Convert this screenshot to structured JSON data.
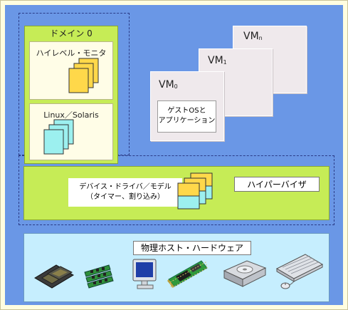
{
  "domain0": {
    "title": "ドメイン 0",
    "monitor_label": "ハイレベル・モニタ",
    "os_label": "Linux／Solaris"
  },
  "vms": {
    "vm0_label": "VM",
    "vm0_sub": "0",
    "vm1_label": "VM",
    "vm1_sub": "1",
    "vmn_label": "VM",
    "vmn_sub": "n",
    "guest_line1": "ゲストOSと",
    "guest_line2": "アプリケーション"
  },
  "hypervisor": {
    "driver_line1": "デバイス・ドライバ／モデル",
    "driver_line2": "（タイマー、割り込み）",
    "label": "ハイパーバイザ"
  },
  "hardware": {
    "label": "物理ホスト・ハードウェア"
  },
  "colors": {
    "background": "#6a97e6",
    "domain_green": "#c6ec56",
    "hardware_blue": "#c6eefe",
    "vm_panel": "#efe9ec",
    "doc_yellow": "#ffd84a",
    "doc_cyan": "#9cf0ef"
  }
}
